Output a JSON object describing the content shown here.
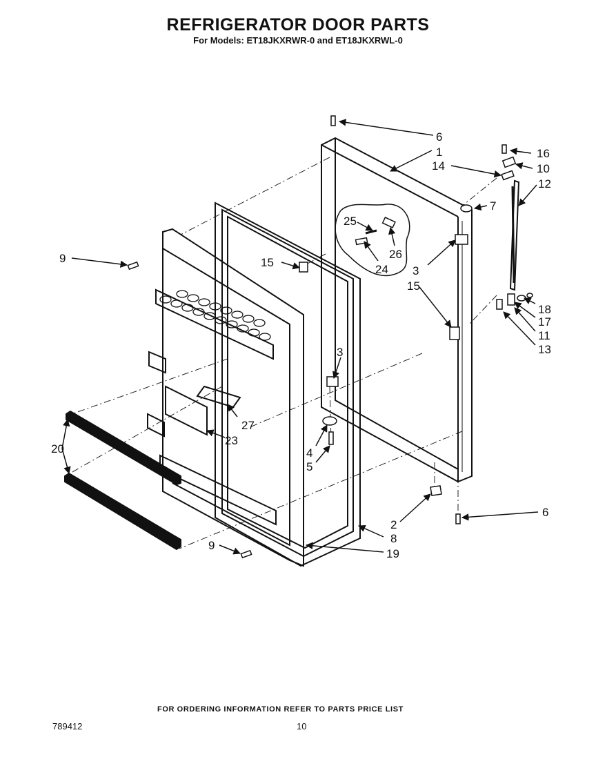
{
  "title": "REFRIGERATOR DOOR PARTS",
  "subtitle": "For Models: ET18JKXRWR-0 and ET18JKXRWL-0",
  "footer_note": "FOR ORDERING INFORMATION REFER TO PARTS PRICE LIST",
  "doc_id": "789412",
  "page_number": "10",
  "callouts": {
    "c1": "1",
    "c2": "2",
    "c3a": "3",
    "c3b": "3",
    "c4": "4",
    "c5": "5",
    "c6a": "6",
    "c6b": "6",
    "c7": "7",
    "c8": "8",
    "c9a": "9",
    "c9b": "9",
    "c10": "10",
    "c11": "11",
    "c12": "12",
    "c13": "13",
    "c14": "14",
    "c15a": "15",
    "c15b": "15",
    "c16": "16",
    "c17": "17",
    "c18": "18",
    "c19": "19",
    "c20": "20",
    "c23": "23",
    "c24": "24",
    "c25": "25",
    "c26": "26",
    "c27": "27"
  }
}
